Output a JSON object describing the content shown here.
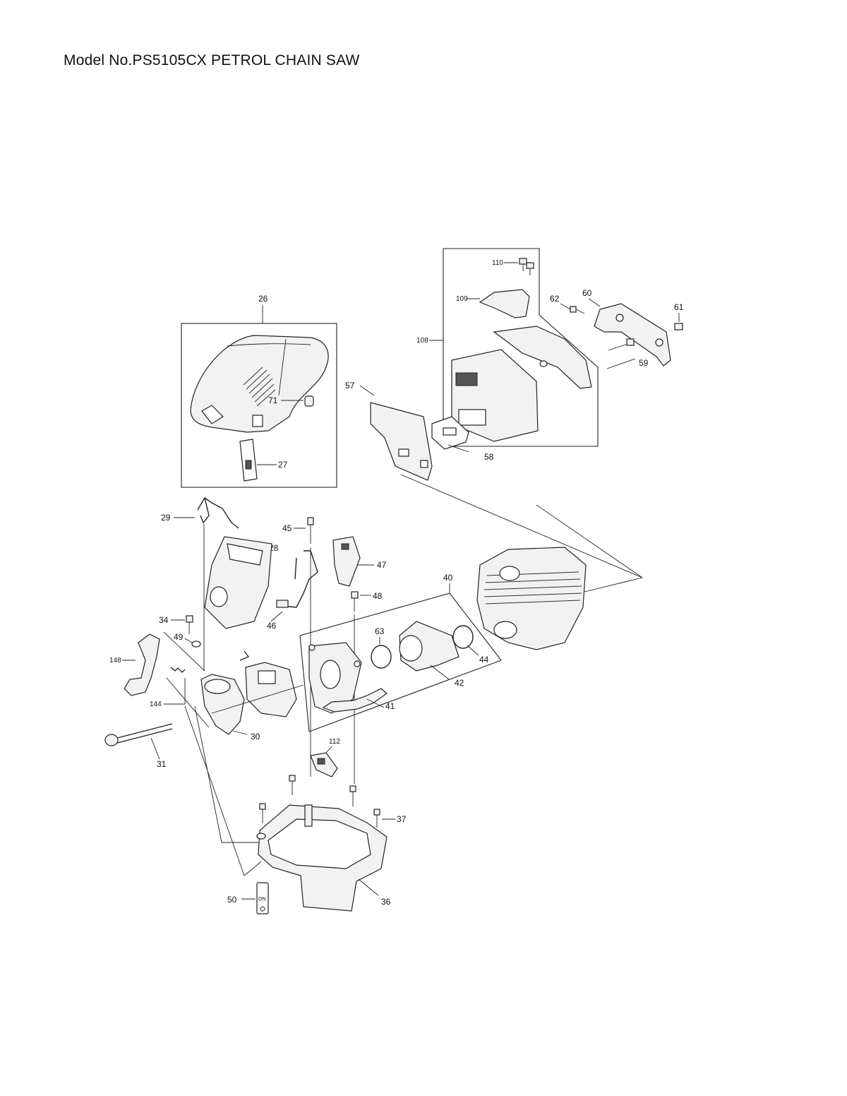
{
  "title": "Model No.PS5105CX PETROL CHAIN SAW",
  "parts": {
    "p26": "26",
    "p27": "27",
    "p71": "71",
    "p110": "110",
    "p109": "109",
    "p108": "108",
    "p62": "62",
    "p60": "60",
    "p61": "61",
    "p59": "59",
    "p57": "57",
    "p58": "58",
    "p29": "29",
    "p28": "28",
    "p45": "45",
    "p47": "47",
    "p48": "48",
    "p46": "46",
    "p40": "40",
    "p63": "63",
    "p44": "44",
    "p42": "42",
    "p41": "41",
    "p34": "34",
    "p49": "49",
    "p148": "148",
    "p144": "144",
    "p30": "30",
    "p31": "31",
    "p112": "112",
    "p37": "37",
    "p50": "50",
    "p36": "36"
  },
  "decal": {
    "on": "ON"
  }
}
